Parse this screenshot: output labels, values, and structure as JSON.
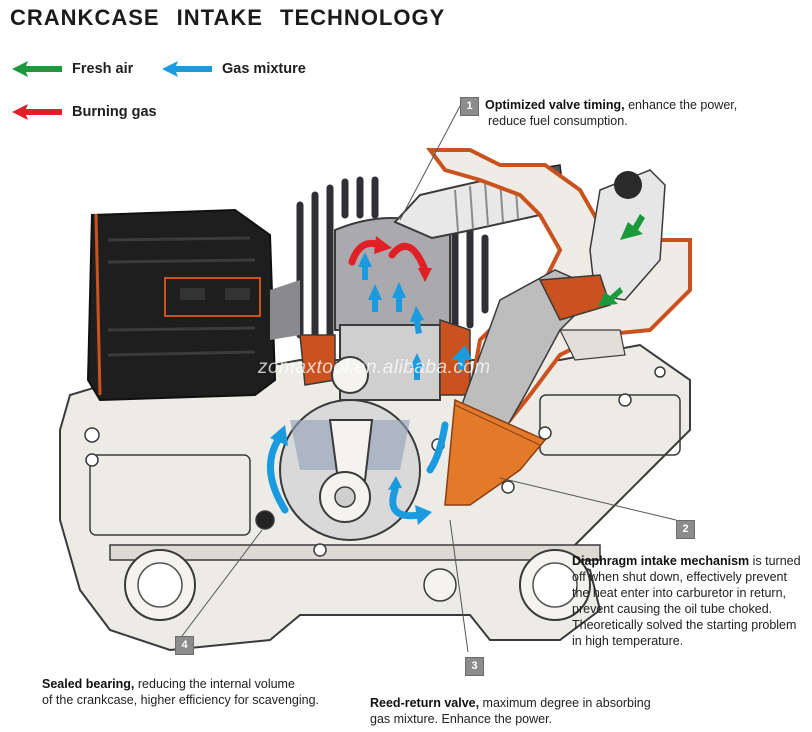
{
  "title": "CRANKCASE  INTAKE  TECHNOLOGY",
  "legend": [
    {
      "label": "Fresh air",
      "color": "#1a9a3c",
      "icon": "green-arrow-icon"
    },
    {
      "label": "Gas mixture",
      "color": "#1a9be0",
      "icon": "blue-arrow-icon"
    },
    {
      "label": "Burning gas",
      "color": "#e01f26",
      "icon": "red-arrow-icon"
    }
  ],
  "watermark": "zomaxtool.en.alibaba.com",
  "callouts": [
    {
      "number": "1",
      "lead": "Optimized valve timing,",
      "line1_rest": " enhance the power,",
      "line2": "reduce fuel consumption."
    },
    {
      "number": "2",
      "lead": "Diaphragm intake mechanism",
      "line1_rest": " is turned",
      "lines": [
        "off when shut down, effectively prevent",
        "the heat enter into carburetor in return,",
        "prevent causing the oil tube choked.",
        "Theoretically solved the starting problem",
        "in high temperature."
      ]
    },
    {
      "number": "3",
      "lead": "Reed-return valve,",
      "line1_rest": " maximum degree in absorbing",
      "line2": "gas mixture. Enhance the power."
    },
    {
      "number": "4",
      "lead": "Sealed bearing,",
      "line1_rest": " reducing the internal volume",
      "line2": "of the crankcase, higher efficiency for scavenging."
    }
  ],
  "colors": {
    "engine_body": "#e9e7e1",
    "engine_outline": "#3a3a3a",
    "orange": "#c9521e",
    "dark": "#222222",
    "fins": "#3b3b40"
  }
}
